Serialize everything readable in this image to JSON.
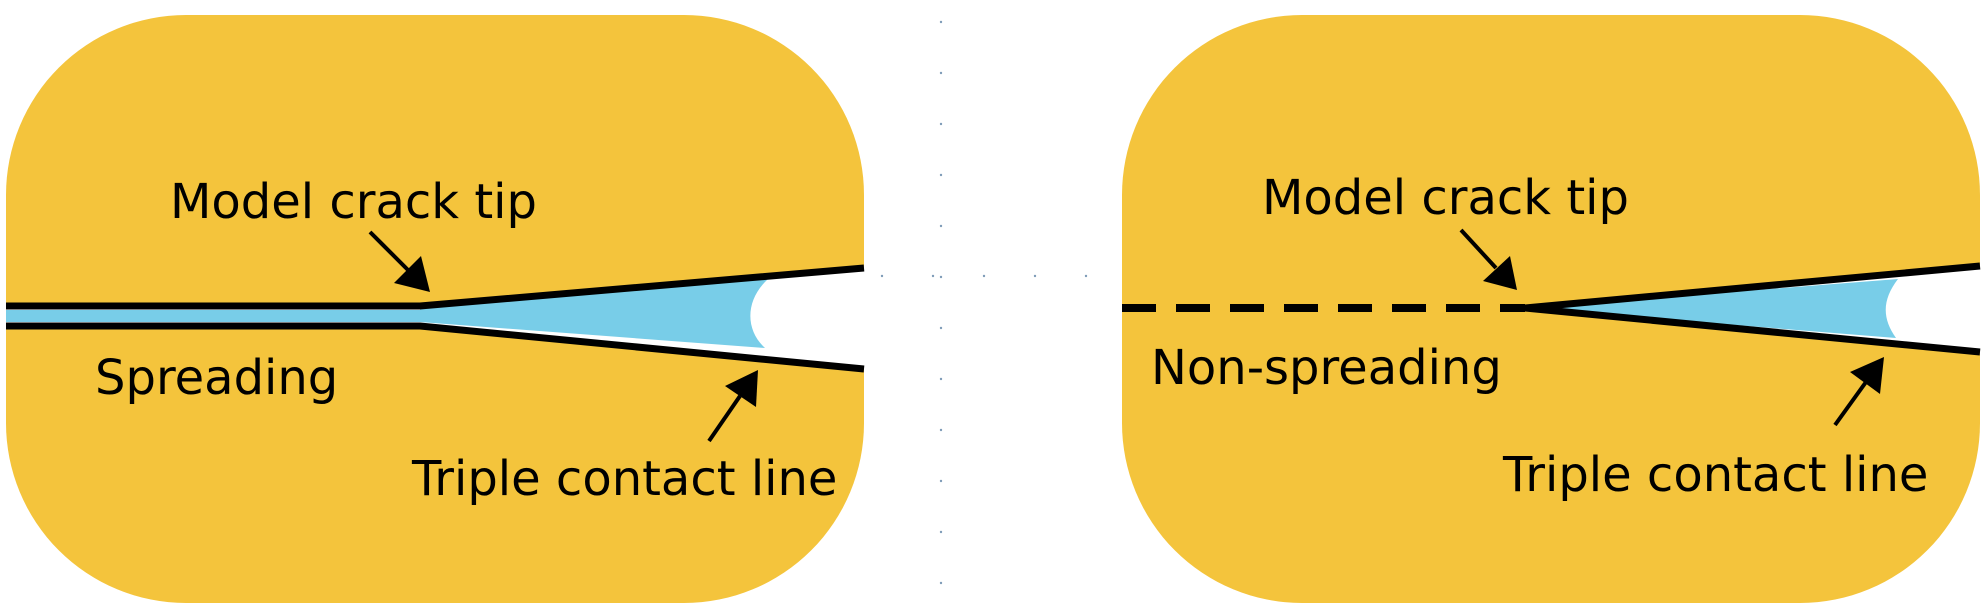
{
  "colors": {
    "solid": "#F4C43C",
    "liquid": "#78CDE8",
    "stroke": "#000000",
    "background": "#FFFFFF",
    "guide_dots": "#7F9CB8"
  },
  "panels": [
    {
      "id": "left",
      "crack_tip_label": "Model crack tip",
      "regime_label": "Spreading",
      "contact_line_label": "Triple contact line"
    },
    {
      "id": "right",
      "crack_tip_label": "Model crack tip",
      "regime_label": "Non-spreading",
      "contact_line_label": "Triple contact line"
    }
  ]
}
